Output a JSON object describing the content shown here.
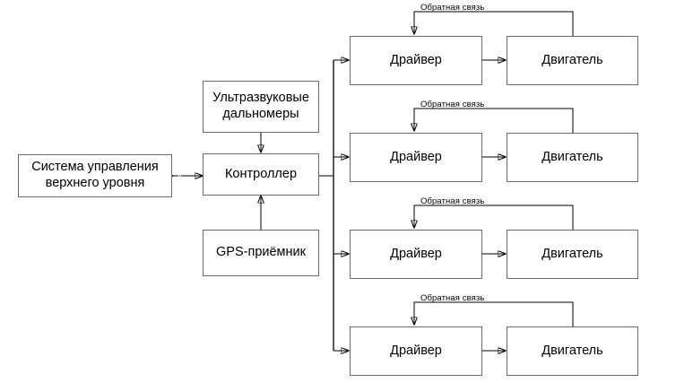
{
  "diagram": {
    "title": "Structural block diagram of control system",
    "language": "ru",
    "colors": {
      "background": "#ffffff",
      "box_border": "#6b6b6b",
      "wire": "#000000",
      "text": "#000000"
    },
    "blocks": {
      "supervisory": {
        "label": "Система управления\nверхнего уровня"
      },
      "ultrasonic": {
        "label": "Ультразвуковые\nдальномеры"
      },
      "controller": {
        "label": "Контроллер"
      },
      "gps": {
        "label": "GPS-приёмник"
      }
    },
    "channels": [
      {
        "index": 1,
        "driver_label": "Драйвер",
        "motor_label": "Двигатель",
        "feedback_label": "Обратная связь"
      },
      {
        "index": 2,
        "driver_label": "Драйвер",
        "motor_label": "Двигатель",
        "feedback_label": "Обратная связь"
      },
      {
        "index": 3,
        "driver_label": "Драйвер",
        "motor_label": "Двигатель",
        "feedback_label": "Обратная связь"
      },
      {
        "index": 4,
        "driver_label": "Драйвер",
        "motor_label": "Двигатель",
        "feedback_label": "Обратная связь"
      }
    ]
  }
}
